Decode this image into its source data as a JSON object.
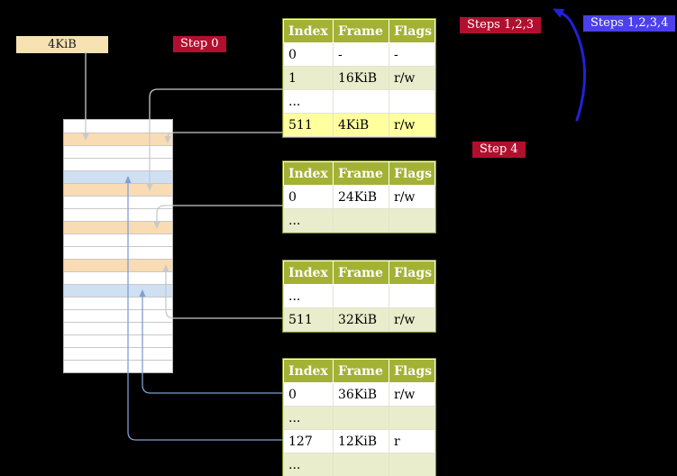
{
  "colors": {
    "background": "#000000",
    "badge_red": "#b0102e",
    "badge_blue": "#4b40ea",
    "table_header": "#a4b233",
    "row_white": "#ffffff",
    "row_green": "#e9edcb",
    "row_yellow": "#ffff9e",
    "frame_box": "#f6e2b3",
    "mem_white": "#ffffff",
    "mem_peach": "#fadcb4",
    "mem_blue": "#cfe0f3",
    "arrow_gray": "#c9c9c9",
    "arrow_blue": "#7e9fd4",
    "arrow_big_blue": "#2121d6"
  },
  "labels": {
    "frame_box": "4KiB",
    "step0": "Step 0",
    "steps123": "Steps 1,2,3",
    "steps1234": "Steps 1,2,3,4",
    "step4": "Step 4"
  },
  "tables": [
    {
      "name": "page-table-level4",
      "headers": [
        "Index",
        "Frame",
        "Flags"
      ],
      "rows": [
        {
          "cells": [
            "0",
            "-",
            "-"
          ],
          "bg": "white"
        },
        {
          "cells": [
            "1",
            "16KiB",
            "r/w"
          ],
          "bg": "green"
        },
        {
          "cells": [
            "...",
            "",
            ""
          ],
          "bg": "white"
        },
        {
          "cells": [
            "511",
            "4KiB",
            "r/w"
          ],
          "bg": "yellow"
        }
      ]
    },
    {
      "name": "page-table-level3",
      "headers": [
        "Index",
        "Frame",
        "Flags"
      ],
      "rows": [
        {
          "cells": [
            "0",
            "24KiB",
            "r/w"
          ],
          "bg": "white"
        },
        {
          "cells": [
            "...",
            "",
            ""
          ],
          "bg": "green"
        }
      ]
    },
    {
      "name": "page-table-level2",
      "headers": [
        "Index",
        "Frame",
        "Flags"
      ],
      "rows": [
        {
          "cells": [
            "...",
            "",
            ""
          ],
          "bg": "white"
        },
        {
          "cells": [
            "511",
            "32KiB",
            "r/w"
          ],
          "bg": "green"
        }
      ]
    },
    {
      "name": "page-table-level1",
      "headers": [
        "Index",
        "Frame",
        "Flags"
      ],
      "rows": [
        {
          "cells": [
            "0",
            "36KiB",
            "r/w"
          ],
          "bg": "white"
        },
        {
          "cells": [
            "...",
            "",
            ""
          ],
          "bg": "green"
        },
        {
          "cells": [
            "127",
            "12KiB",
            "r"
          ],
          "bg": "white"
        },
        {
          "cells": [
            "...",
            "",
            ""
          ],
          "bg": "green"
        }
      ]
    }
  ],
  "memory_rows": [
    "white",
    "peach",
    "white",
    "white",
    "blue",
    "peach",
    "white",
    "white",
    "peach",
    "white",
    "white",
    "peach",
    "white",
    "blue",
    "white",
    "white",
    "white",
    "white",
    "white",
    "white"
  ]
}
